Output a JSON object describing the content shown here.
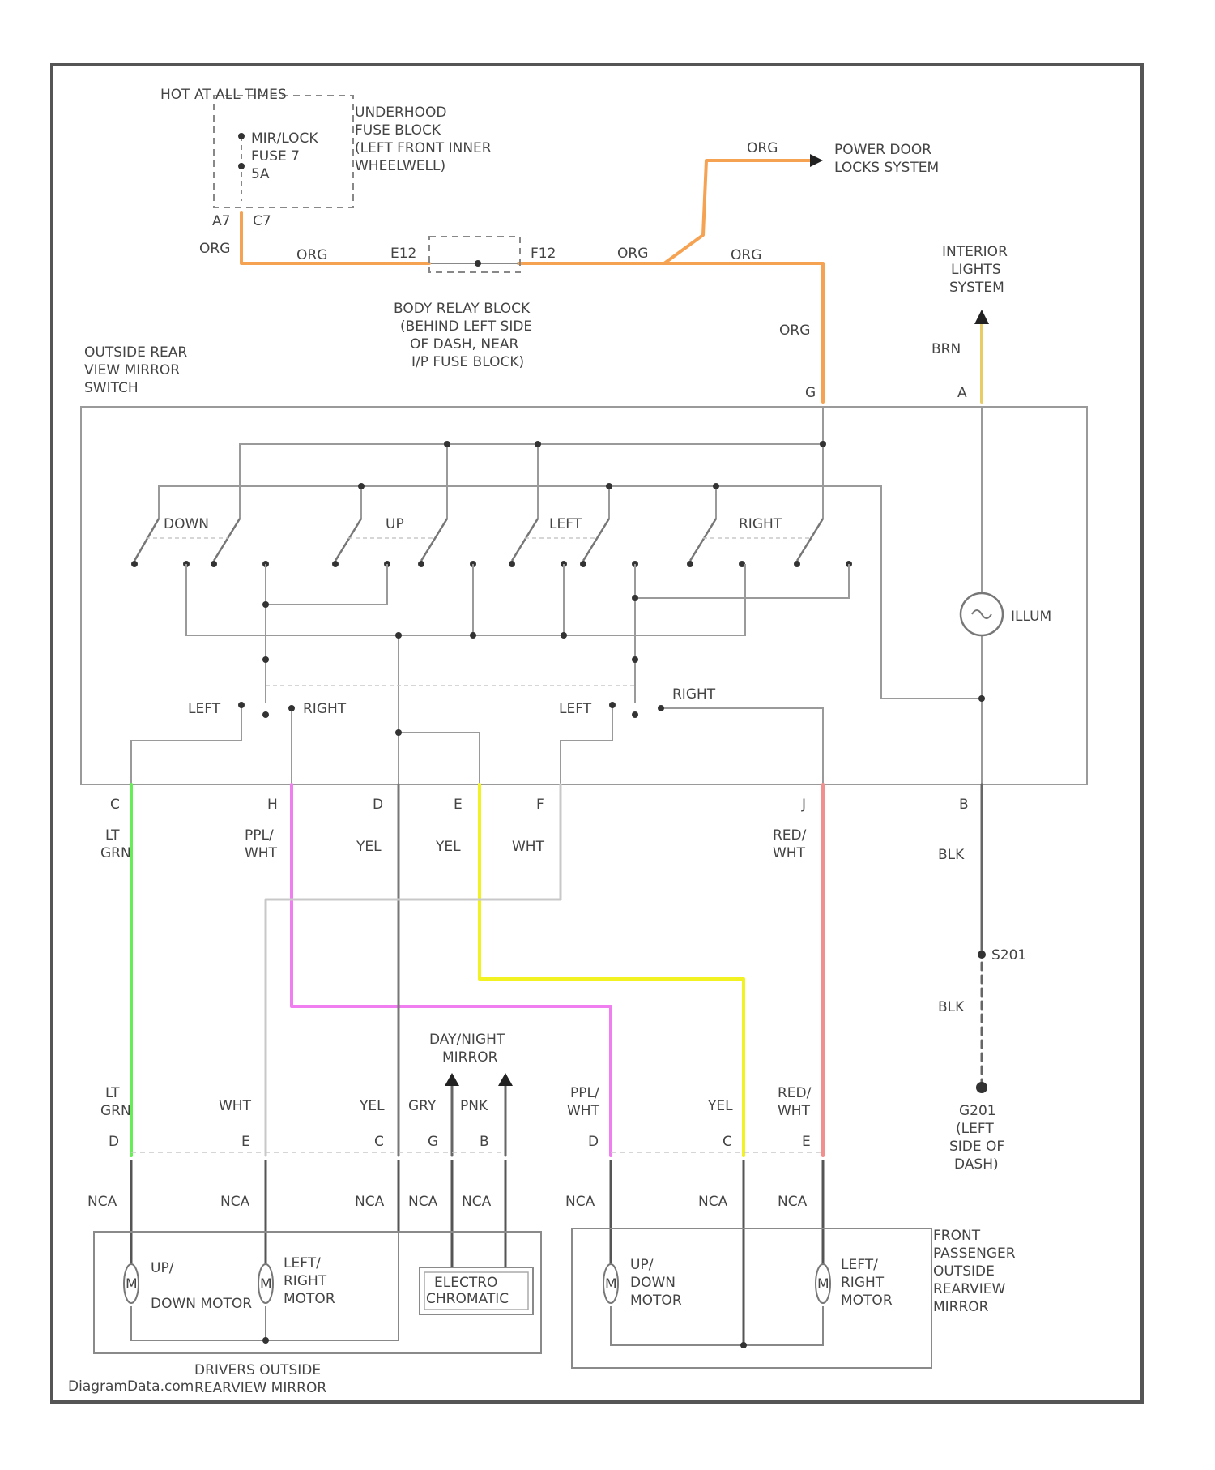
{
  "colors": {
    "orange": "#f5a352",
    "green": "#66ee55",
    "pink": "#f07ef0",
    "yellow": "#f2f222",
    "red": "#f29090",
    "tan": "#e8cc66",
    "gray": "#7a7a7a",
    "light": "#c8c8c8",
    "black": "#444444"
  },
  "fuse": {
    "hot": "HOT AT ALL TIMES",
    "name1": "MIR/LOCK",
    "name2": "FUSE 7",
    "amps": "5A",
    "block1": "UNDERHOOD",
    "block2": "FUSE BLOCK",
    "block3": "(LEFT FRONT INNER",
    "block4": "WHEELWELL)",
    "pin_a": "A7",
    "pin_c": "C7"
  },
  "relay": {
    "line1": "BODY RELAY BLOCK",
    "line2": "(BEHIND LEFT SIDE",
    "line3": "OF DASH, NEAR",
    "line4": "I/P FUSE BLOCK)",
    "pin_in": "E12",
    "pin_out": "F12"
  },
  "power_locks": {
    "line1": "POWER DOOR",
    "line2": "LOCKS SYSTEM"
  },
  "interior": {
    "line1": "INTERIOR",
    "line2": "LIGHTS",
    "line3": "SYSTEM"
  },
  "switch": {
    "title1": "OUTSIDE REAR",
    "title2": "VIEW MIRROR",
    "title3": "SWITCH",
    "down": "DOWN",
    "up": "UP",
    "left": "LEFT",
    "right": "RIGHT",
    "lamp": "ILLUM"
  },
  "wires": {
    "org": "ORG",
    "brn": "BRN",
    "lt_grn": [
      "LT",
      "GRN"
    ],
    "ppl_wht": [
      "PPL/",
      "WHT"
    ],
    "yel": "YEL",
    "wht": "WHT",
    "red_wht": [
      "RED/",
      "WHT"
    ],
    "blk": "BLK",
    "gry": "GRY",
    "pnk": "PNK"
  },
  "pins": {
    "top_g": "G",
    "top_a": "A",
    "c": "C",
    "h": "H",
    "d": "D",
    "e": "E",
    "f": "F",
    "j": "J",
    "b": "B"
  },
  "ground": {
    "splice": "S201",
    "g1": "G201",
    "g2": "(LEFT",
    "g3": "SIDE OF",
    "g4": "DASH)"
  },
  "daynight": {
    "line1": "DAY/NIGHT",
    "line2": "MIRROR"
  },
  "connectors": {
    "nca": "NCA",
    "d": "D",
    "e": "E",
    "c": "C",
    "g": "G",
    "b": "B"
  },
  "driver_mirror": {
    "motor1a": "UP/",
    "motor1b": "DOWN MOTOR",
    "motor2a": "LEFT/",
    "motor2b": "RIGHT",
    "motor2c": "MOTOR",
    "electro1": "ELECTRO",
    "electro2": "CHROMATIC",
    "title1": "DRIVERS OUTSIDE",
    "title2": "REARVIEW MIRROR",
    "m": "M"
  },
  "pass_mirror": {
    "motor1a": "UP/",
    "motor1b": "DOWN",
    "motor1c": "MOTOR",
    "motor2a": "LEFT/",
    "motor2b": "RIGHT",
    "motor2c": "MOTOR",
    "title1": "FRONT",
    "title2": "PASSENGER",
    "title3": "OUTSIDE",
    "title4": "REARVIEW",
    "title5": "MIRROR",
    "m": "M"
  },
  "watermark": "DiagramData.com"
}
